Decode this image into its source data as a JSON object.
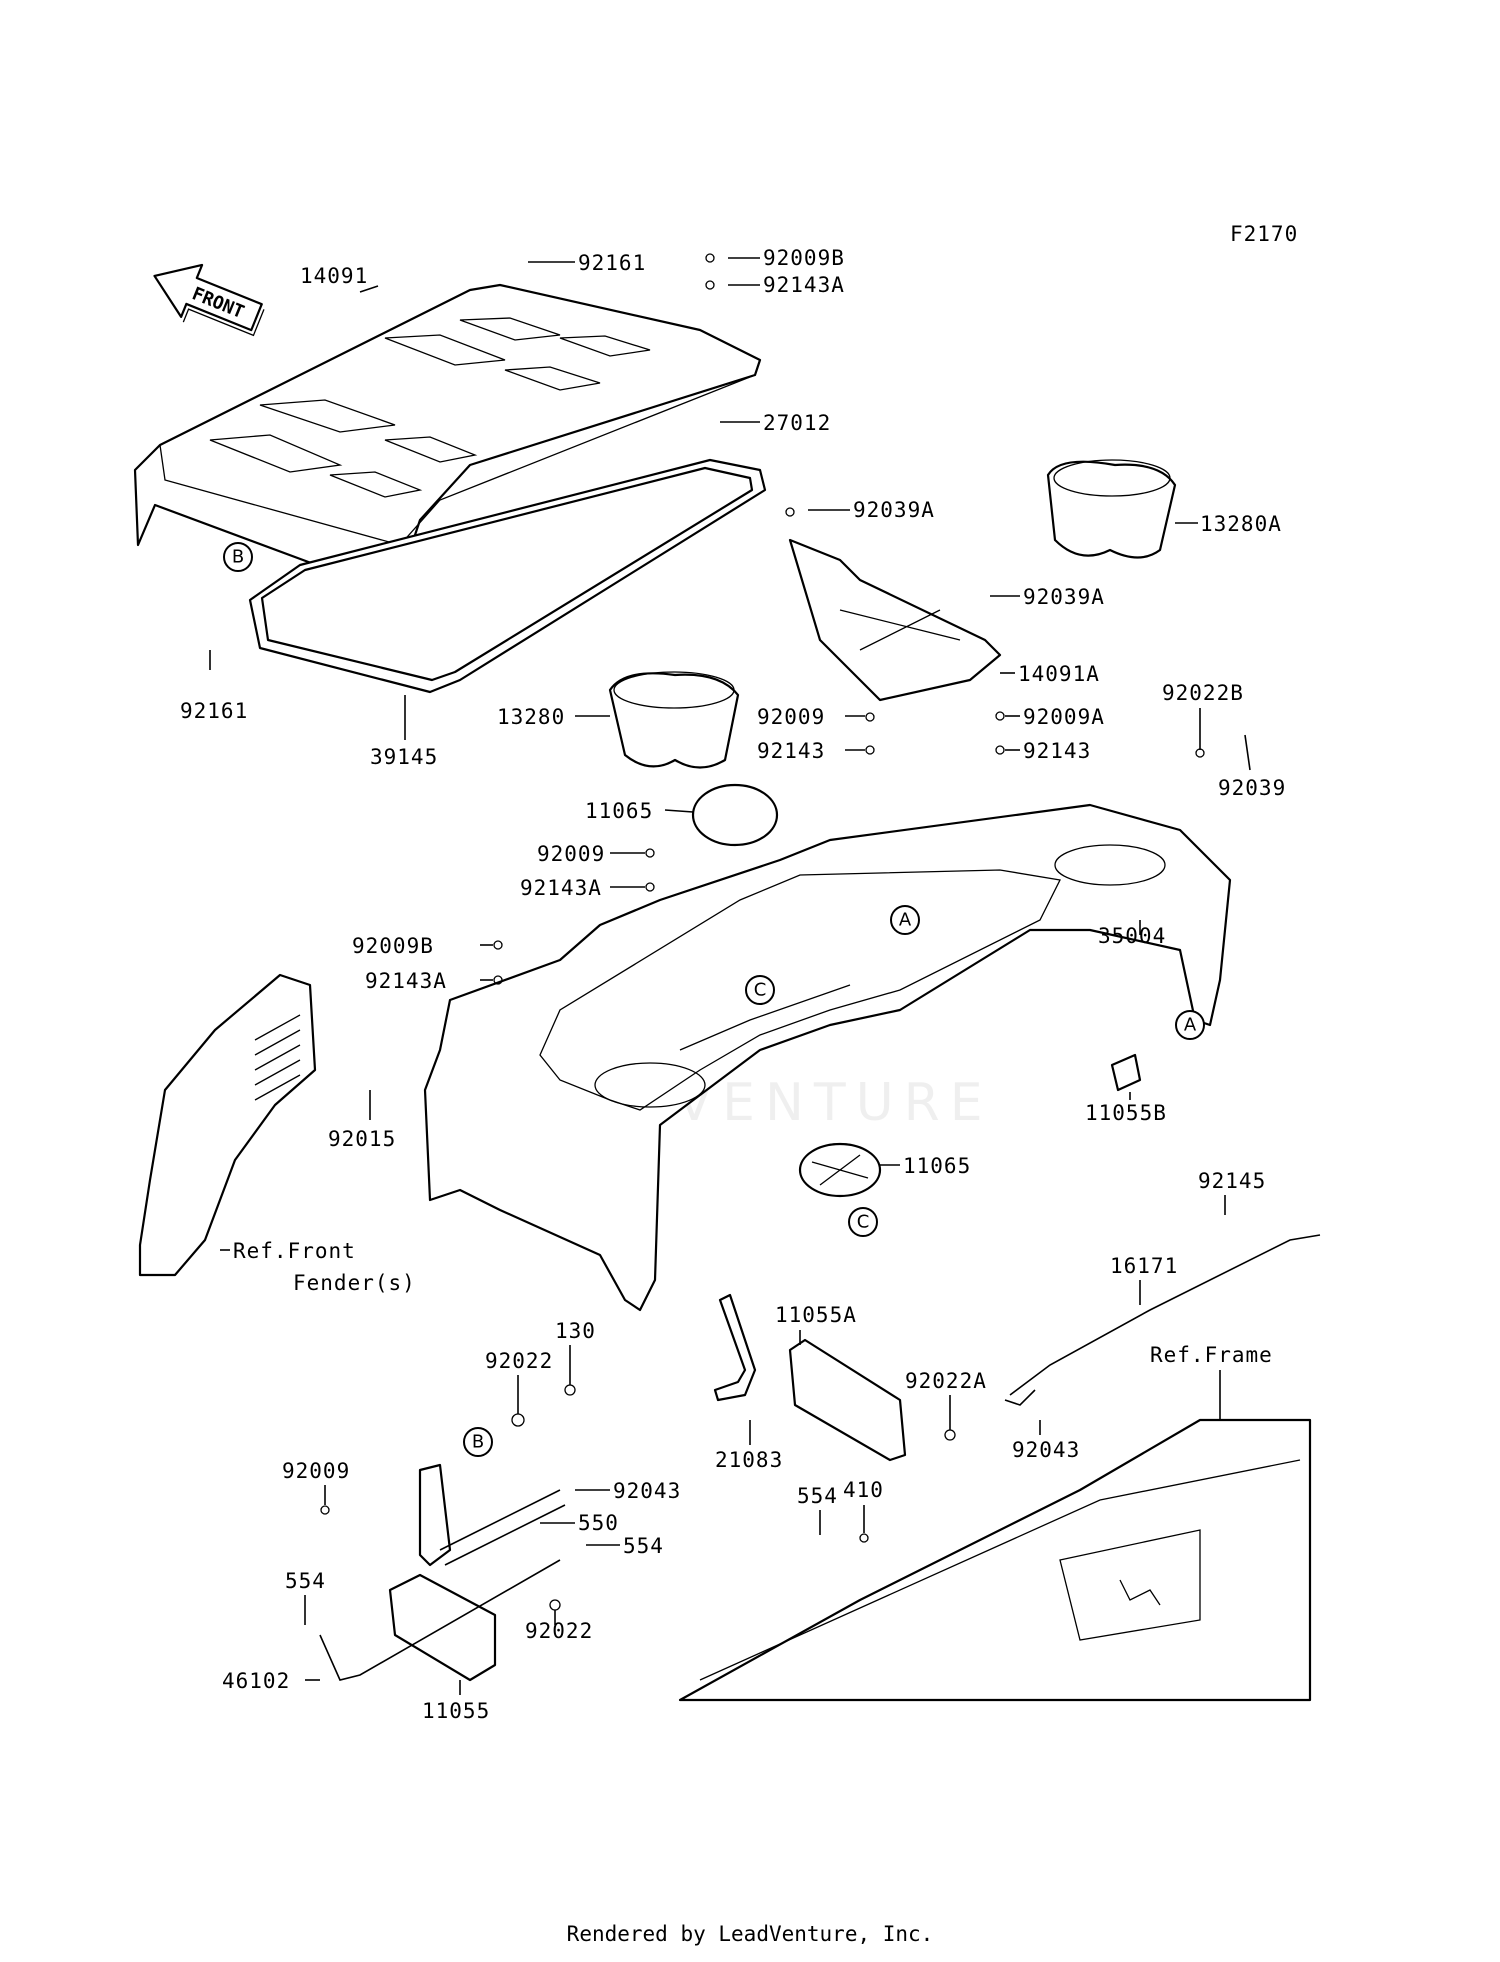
{
  "figure_code": "F2170",
  "front_arrow_text": "FRONT",
  "footer": "Rendered by LeadVenture, Inc.",
  "watermark": "LEADVENTURE",
  "callouts": [
    "A",
    "B",
    "C"
  ],
  "labels": [
    {
      "id": "l14091",
      "text": "14091"
    },
    {
      "id": "l92161a",
      "text": "92161"
    },
    {
      "id": "l92009b_1",
      "text": "92009B"
    },
    {
      "id": "l92143a_1",
      "text": "92143A"
    },
    {
      "id": "l27012",
      "text": "27012"
    },
    {
      "id": "l92039a_1",
      "text": "92039A"
    },
    {
      "id": "l13280a",
      "text": "13280A"
    },
    {
      "id": "l92039a_2",
      "text": "92039A"
    },
    {
      "id": "l14091a",
      "text": "14091A"
    },
    {
      "id": "l92161b",
      "text": "92161"
    },
    {
      "id": "l39145",
      "text": "39145"
    },
    {
      "id": "l13280",
      "text": "13280"
    },
    {
      "id": "l92009_1",
      "text": "92009"
    },
    {
      "id": "l92143_1",
      "text": "92143"
    },
    {
      "id": "l92009a",
      "text": "92009A"
    },
    {
      "id": "l92143_2",
      "text": "92143"
    },
    {
      "id": "l92022b",
      "text": "92022B"
    },
    {
      "id": "l92039",
      "text": "92039"
    },
    {
      "id": "l11065_1",
      "text": "11065"
    },
    {
      "id": "l92009_2",
      "text": "92009"
    },
    {
      "id": "l92143a_2",
      "text": "92143A"
    },
    {
      "id": "l92009b_2",
      "text": "92009B"
    },
    {
      "id": "l92143a_3",
      "text": "92143A"
    },
    {
      "id": "l35004",
      "text": "35004"
    },
    {
      "id": "l92015",
      "text": "92015"
    },
    {
      "id": "l11055b",
      "text": "11055B"
    },
    {
      "id": "l11065_2",
      "text": "11065"
    },
    {
      "id": "l92145",
      "text": "92145"
    },
    {
      "id": "lreffront1",
      "text": "Ref.Front"
    },
    {
      "id": "lreffront2",
      "text": "Fender(s)"
    },
    {
      "id": "l16171",
      "text": "16171"
    },
    {
      "id": "l11055a",
      "text": "11055A"
    },
    {
      "id": "l130",
      "text": "130"
    },
    {
      "id": "l92022_1",
      "text": "92022"
    },
    {
      "id": "lrefframe",
      "text": "Ref.Frame"
    },
    {
      "id": "l92022a",
      "text": "92022A"
    },
    {
      "id": "l92043_1",
      "text": "92043"
    },
    {
      "id": "l21083",
      "text": "21083"
    },
    {
      "id": "l92009_3",
      "text": "92009"
    },
    {
      "id": "l92043_2",
      "text": "92043"
    },
    {
      "id": "l410",
      "text": "410"
    },
    {
      "id": "l554_1",
      "text": "554"
    },
    {
      "id": "l550",
      "text": "550"
    },
    {
      "id": "l554_2",
      "text": "554"
    },
    {
      "id": "l554_3",
      "text": "554"
    },
    {
      "id": "l92022_2",
      "text": "92022"
    },
    {
      "id": "l46102",
      "text": "46102"
    },
    {
      "id": "l11055",
      "text": "11055"
    }
  ]
}
